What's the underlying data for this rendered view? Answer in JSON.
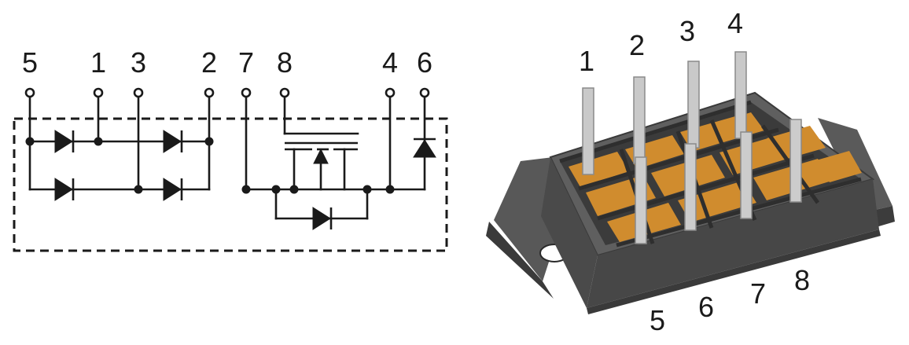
{
  "schematic": {
    "pin_labels": [
      "5",
      "1",
      "3",
      "2",
      "7",
      "8",
      "4",
      "6"
    ]
  },
  "package": {
    "top_pin_labels": [
      "1",
      "2",
      "3",
      "4"
    ],
    "bottom_pin_labels": [
      "5",
      "6",
      "7",
      "8"
    ],
    "colors": {
      "housing_top": "#5f5f5f",
      "housing_front": "#4a4a4a",
      "housing_dark": "#333333",
      "pad": "#d08c2e",
      "pin": "#c9c9c9"
    }
  }
}
